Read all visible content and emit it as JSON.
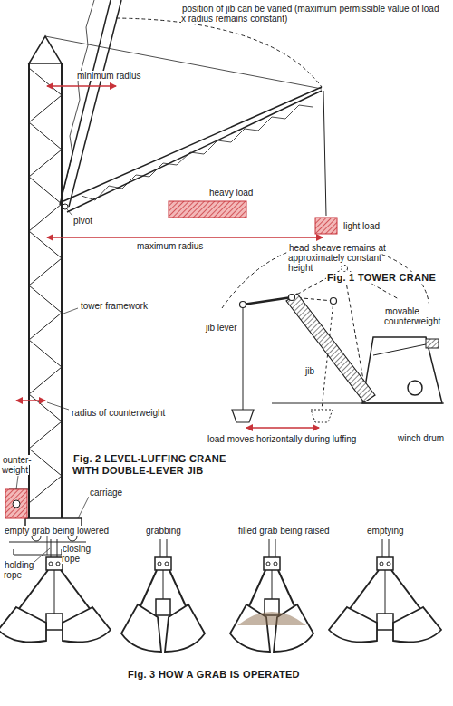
{
  "diagram": {
    "labels": [
      "position of jib can be varied (maximum permissible value of load x radius remains constant)",
      "minimum radius",
      "heavy load",
      "pivot",
      "light load",
      "maximum radius",
      "Fig. 1 TOWER CRANE",
      "tower framework",
      "radius of counterweight",
      "head sheave remains at approximately constant height",
      "jib lever",
      "ounter- weight",
      "movable counterweight",
      "carriage",
      "jib",
      "Fig. 2 LEVEL-LUFFING CRANE WITH DOUBLE-LEVER JIB",
      "load moves horizontally during luffing",
      "winch drum",
      "empty grab being lowered",
      "grabbing",
      "filled grab being raised",
      "emptying",
      "closing rope",
      "holding rope",
      "Fig. 3 HOW A GRAB IS OPERATED"
    ]
  }
}
